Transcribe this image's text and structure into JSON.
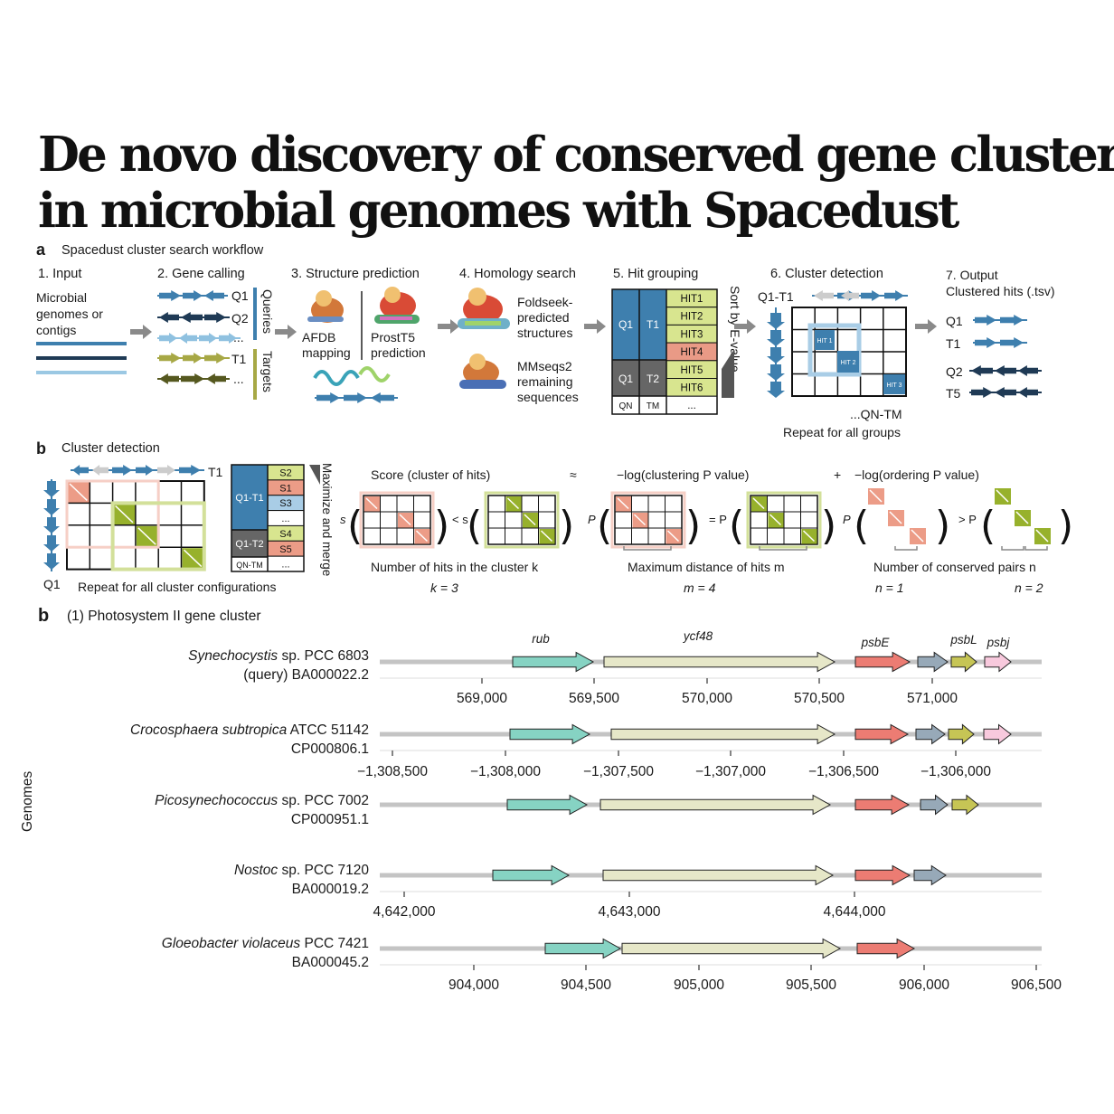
{
  "title": {
    "line1": "De novo discovery of conserved gene clusters",
    "line2": "in microbial genomes with Spacedust"
  },
  "panel_a": {
    "letter": "a",
    "subtitle": "Spacedust cluster search workflow",
    "steps": {
      "s1": "1. Input",
      "s2": "2. Gene calling",
      "s3": "3. Structure prediction",
      "s4": "4. Homology search",
      "s5": "5. Hit grouping",
      "s6": "6. Cluster detection",
      "s7": "7. Output"
    },
    "input_text": [
      "Microbial",
      "genomes or",
      "contigs"
    ],
    "gene_calling": {
      "q1": "Q1",
      "q2": "Q2",
      "dots1": "...",
      "t1": "T1",
      "dots2": "...",
      "queries": "Queries",
      "targets": "Targets"
    },
    "structure": {
      "afdb": [
        "AFDB",
        "mapping"
      ],
      "prost": [
        "ProstT5",
        "prediction"
      ]
    },
    "homology": {
      "foldseek": [
        "Foldseek-",
        "predicted",
        "structures"
      ],
      "mmseqs": [
        "MMseqs2",
        "remaining",
        "sequences"
      ]
    },
    "hit_grouping": {
      "q1": "Q1",
      "t1": "T1",
      "q1b": "Q1",
      "t2": "T2",
      "qn": "QN",
      "tm": "TM",
      "dots": "...",
      "hits": [
        "HIT1",
        "HIT2",
        "HIT3",
        "HIT4",
        "HIT5",
        "HIT6",
        "..."
      ],
      "sort": "Sort by E-value"
    },
    "cluster_detection": {
      "header": "Q1-T1",
      "hit1": "HIT 1",
      "hit2": "HIT 2",
      "hit3": "HIT 3",
      "qn_tm": "...QN-TM",
      "repeat": "Repeat for all groups"
    },
    "output": {
      "line2": "Clustered hits (.tsv)",
      "labels": [
        "Q1",
        "T1",
        "Q2",
        "T5"
      ]
    }
  },
  "panel_b_top": {
    "letter": "b",
    "subtitle": "Cluster detection",
    "t1": "T1",
    "q1": "Q1",
    "stack": {
      "q1t1": "Q1-T1",
      "q1t2": "Q1-T2",
      "qntm": "QN-TM",
      "dots": "...",
      "items": [
        "S2",
        "S1",
        "S3",
        "...",
        "S4",
        "S5",
        "..."
      ]
    },
    "maximize": "Maximize and merge",
    "repeat": "Repeat for all cluster configurations",
    "score_label": "Score (cluster of hits)",
    "approx": "≈",
    "clust_p": "−log(clustering P value)",
    "plus": "+",
    "order_p": "−log(ordering P value)",
    "s_letter": "s",
    "lt_s": "< s",
    "p_letter": "P",
    "eq_p": "= P",
    "gt_p": "> P",
    "num_hits": "Number of hits in the cluster k",
    "k3": "k = 3",
    "max_dist": "Maximum distance of hits m",
    "m4": "m = 4",
    "num_pairs": "Number of conserved pairs n",
    "n1": "n = 1",
    "n2": "n = 2"
  },
  "panel_b_bottom": {
    "letter": "b",
    "subtitle": "(1) Photosystem II gene cluster",
    "y_axis": "Genomes",
    "gene_labels": {
      "rub": "rub",
      "ycf48": "ycf48",
      "psbE": "psbE",
      "psbL": "psbL",
      "psbj": "psbj"
    },
    "genomes": [
      {
        "name_italic": "Synechocystis",
        "name_rest": " sp. PCC 6803",
        "line2": "(query) BA000022.2",
        "ticks": [
          "569,000",
          "569,500",
          "570,000",
          "570,500",
          "571,000"
        ]
      },
      {
        "name_italic": "Crocosphaera subtropica",
        "name_rest": " ATCC 51142",
        "line2": "CP000806.1",
        "ticks": [
          "−1,308,500",
          "−1,308,000",
          "−1,307,500",
          "−1,307,000",
          "−1,306,500",
          "−1,306,000"
        ]
      },
      {
        "name_italic": "Picosynechococcus",
        "name_rest": " sp. PCC 7002",
        "line2": "CP000951.1",
        "ticks": []
      },
      {
        "name_italic": "Nostoc",
        "name_rest": " sp. PCC 7120",
        "line2": "BA000019.2",
        "ticks": [
          "4,642,000",
          "4,643,000",
          "4,644,000"
        ]
      },
      {
        "name_italic": "Gloeobacter violaceus",
        "name_rest": " PCC 7421",
        "line2": "BA000045.2",
        "ticks": [
          "904,000",
          "904,500",
          "905,000",
          "905,500",
          "906,000",
          "906,500"
        ]
      }
    ],
    "colors": {
      "rub": "#86d3c3",
      "ycf48": "#e6e7c8",
      "psbE": "#ec7c73",
      "psbF": "#97a9b8",
      "psbL": "#c6c555",
      "psbJ": "#f8c9dd",
      "track": "#c4c4c4"
    }
  }
}
